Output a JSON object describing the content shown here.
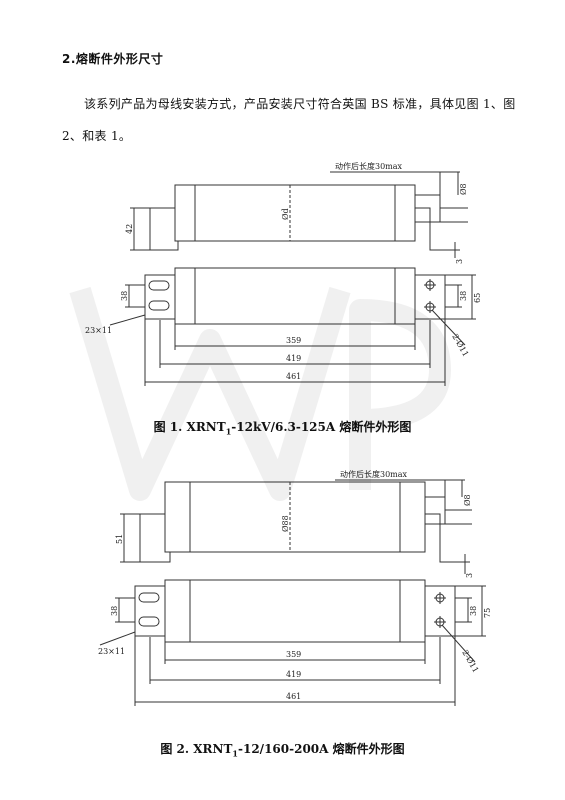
{
  "section_title": "2.熔断件外形尺寸",
  "intro": "该系列产品为母线安装方式，产品安装尺寸符合英国 BS 标准，具体见图 1、图 2、和表 1。",
  "fig1": {
    "caption_a": "图 1. XRNT",
    "caption_sub": "1",
    "caption_b": "-12kV/6.3-125A  熔断件外形图",
    "dims": {
      "action_len": "动作后长度30max",
      "d8": "Ø8",
      "od": "Ød",
      "h42": "42",
      "three": "3",
      "h38": "38",
      "w65": "65",
      "slot": "23×11",
      "hole": "2-Ø11",
      "l359": "359",
      "l419": "419",
      "l461": "461"
    }
  },
  "fig2": {
    "caption_a": "图 2. XRNT",
    "caption_sub": "1",
    "caption_b": "-12/160-200A 熔断件外形图",
    "dims": {
      "action_len": "动作后长度30max",
      "d8": "Ø8",
      "od": "Ø88",
      "h51": "51",
      "three": "3",
      "h38": "38",
      "w75": "75",
      "slot": "23×11",
      "hole": "2-Ø11",
      "l359": "359",
      "l419": "419",
      "l461": "461"
    }
  }
}
